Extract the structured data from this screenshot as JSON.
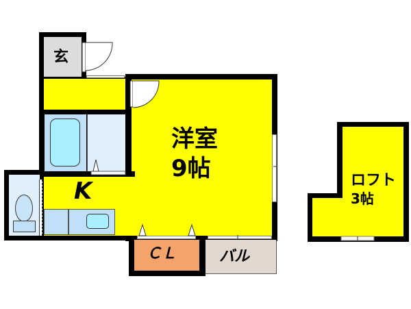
{
  "floor_plan": {
    "rooms": [
      {
        "id": "genkan",
        "label": "玄",
        "type": "entrance",
        "color": "#dcdcdc"
      },
      {
        "id": "western-room",
        "label_line1": "洋室",
        "label_line2": "9帖",
        "type": "western-room",
        "size_jo": 9,
        "color": "#ffff00"
      },
      {
        "id": "kitchen",
        "label": "K",
        "type": "kitchen",
        "color": "#ffff00"
      },
      {
        "id": "bath",
        "label": "",
        "type": "bathroom",
        "color": "#bfe0f8"
      },
      {
        "id": "washroom",
        "label": "",
        "type": "washroom",
        "color": "#dff0fb"
      },
      {
        "id": "toilet",
        "label": "",
        "type": "toilet",
        "color": "#dff0fb"
      },
      {
        "id": "closet",
        "label": "ＣＬ",
        "type": "closet",
        "color": "#f4a46a"
      },
      {
        "id": "balcony",
        "label": "バル",
        "type": "balcony",
        "color": "#e2d8cf"
      },
      {
        "id": "loft",
        "label_line1": "ロフト",
        "label_line2": "3帖",
        "type": "loft",
        "size_jo": 3,
        "color": "#ffff00"
      }
    ],
    "colors": {
      "wall": "#000000",
      "room_yellow": "#ffff00",
      "genkan_gray": "#dcdcdc",
      "bath_blue": "#bfe0f8",
      "tub_cyan": "#a8f0ff",
      "light_blue": "#dff0fb",
      "closet_orange": "#f4a46a",
      "balcony_beige": "#e2d8cf"
    }
  }
}
